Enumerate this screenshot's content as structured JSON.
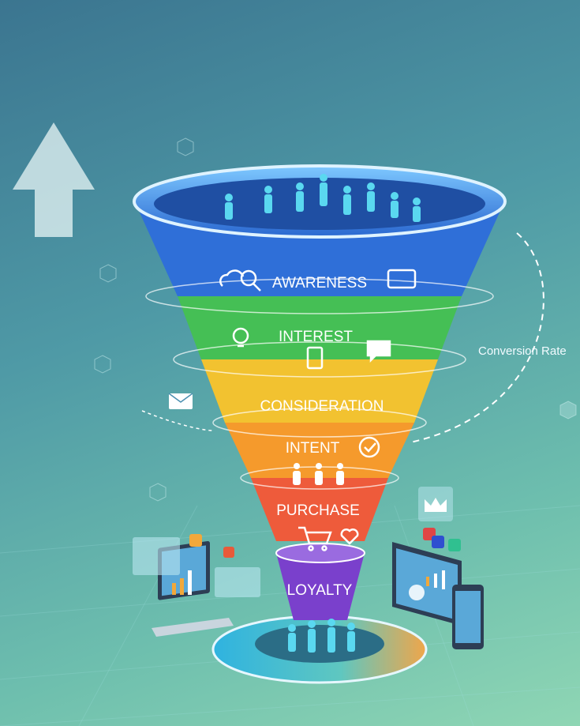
{
  "funnel": {
    "stages": [
      {
        "label": "AWARENESS",
        "color": "#2f6fd8"
      },
      {
        "label": "INTEREST",
        "color": "#45bf55"
      },
      {
        "label": "CONSIDERATION",
        "color": "#f2c230"
      },
      {
        "label": "INTENT",
        "color": "#f59a2c"
      },
      {
        "label": "PURCHASE",
        "color": "#ee5b3b"
      },
      {
        "label": "LOYALTY",
        "color": "#7a40cc"
      }
    ]
  },
  "annotation": {
    "conversion_rate": "Conversion Rate"
  },
  "icons": [
    "up-arrow",
    "cloud-search",
    "credit-card",
    "lightbulb",
    "clipboard",
    "chat-bubble",
    "envelope",
    "checkmark-badge",
    "people",
    "shopping-cart",
    "heart",
    "laptop-chart",
    "tablet-dashboard",
    "phone",
    "crown",
    "social-media"
  ]
}
